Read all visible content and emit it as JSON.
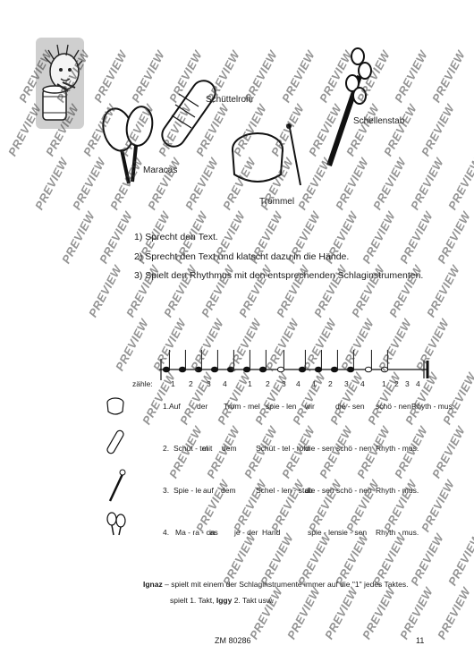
{
  "instruments": {
    "schuettelrohr": "Schüttelrohr",
    "schellenstab": "Schellenstab",
    "maracas": "Maracas",
    "trommel": "Trommel"
  },
  "instructions": [
    "1)  Sprecht den Text.",
    "2)  Sprecht den Text und klatscht dazu in die Hände.",
    "3)  Spielt den Rhythmus mit den entsprechenden Schlaginstrumenten."
  ],
  "score": {
    "count_label": "zähle:",
    "counts": [
      "1",
      "2",
      "3",
      "4",
      "1",
      "2",
      "3",
      "4",
      "1",
      "2",
      "3",
      "4",
      "1",
      "2",
      "3",
      "4"
    ]
  },
  "verses": [
    {
      "number": "1.",
      "syllables": [
        "Auf",
        "der",
        "Trom - mel",
        "spie - len",
        "wir",
        "die - sen",
        "schö - nen",
        "Rhyth - mus."
      ]
    },
    {
      "number": "2.",
      "syllables": [
        "Schüt - tel",
        "mit",
        "dem",
        "Schüt - tel - rohr",
        "die - sen",
        "schö - nen",
        "Rhyth - mus."
      ]
    },
    {
      "number": "3.",
      "syllables": [
        "Spie - le",
        "auf",
        "dem",
        "Schel - len - stab",
        "die - sen",
        "schö - nen",
        "Rhyth - mus."
      ]
    },
    {
      "number": "4.",
      "syllables": [
        "Ma - ra - cas",
        "in",
        "je - der",
        "Hand",
        "spie - len",
        "sie - sen",
        "Rhyth - mus."
      ]
    }
  ],
  "note": {
    "name1": "Ignaz",
    "line1": "–  spielt mit einem der Schlaginstrumente immer auf die \"1\" jedes Taktes.",
    "line2_a": "spielt 1. Takt,",
    "name2": "Iggy",
    "line2_b": "2. Takt usw."
  },
  "footer": {
    "code": "ZM 80286",
    "page": "11"
  },
  "watermark_text": "PREVIEW"
}
